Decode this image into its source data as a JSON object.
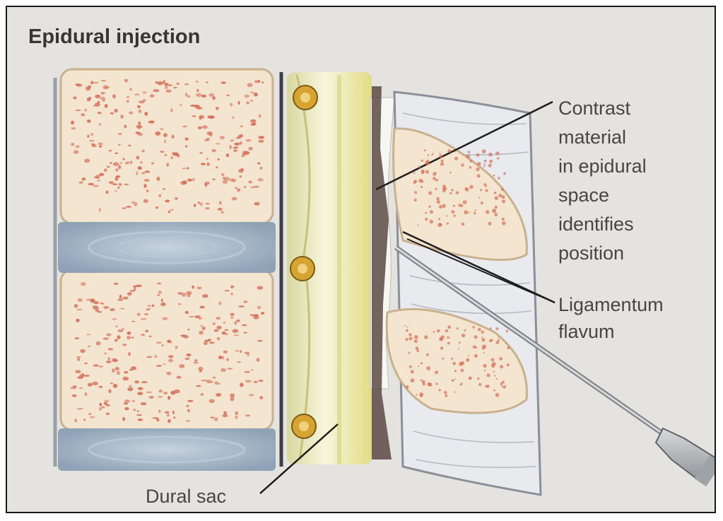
{
  "title": "Epidural injection",
  "labels": {
    "contrast": [
      "Contrast",
      "material",
      "in epidural",
      "space",
      "identifies",
      "position"
    ],
    "ligamentum": [
      "Ligamentum",
      "flavum"
    ],
    "dural_sac": "Dural sac"
  },
  "colors": {
    "background": "#e4e3df",
    "bone": "#f3e5cf",
    "marrow_speckle": "#d4705a",
    "disc": "#a9b8c8",
    "dural_sac": "#ecebb9",
    "label_text": "#4a4543"
  }
}
